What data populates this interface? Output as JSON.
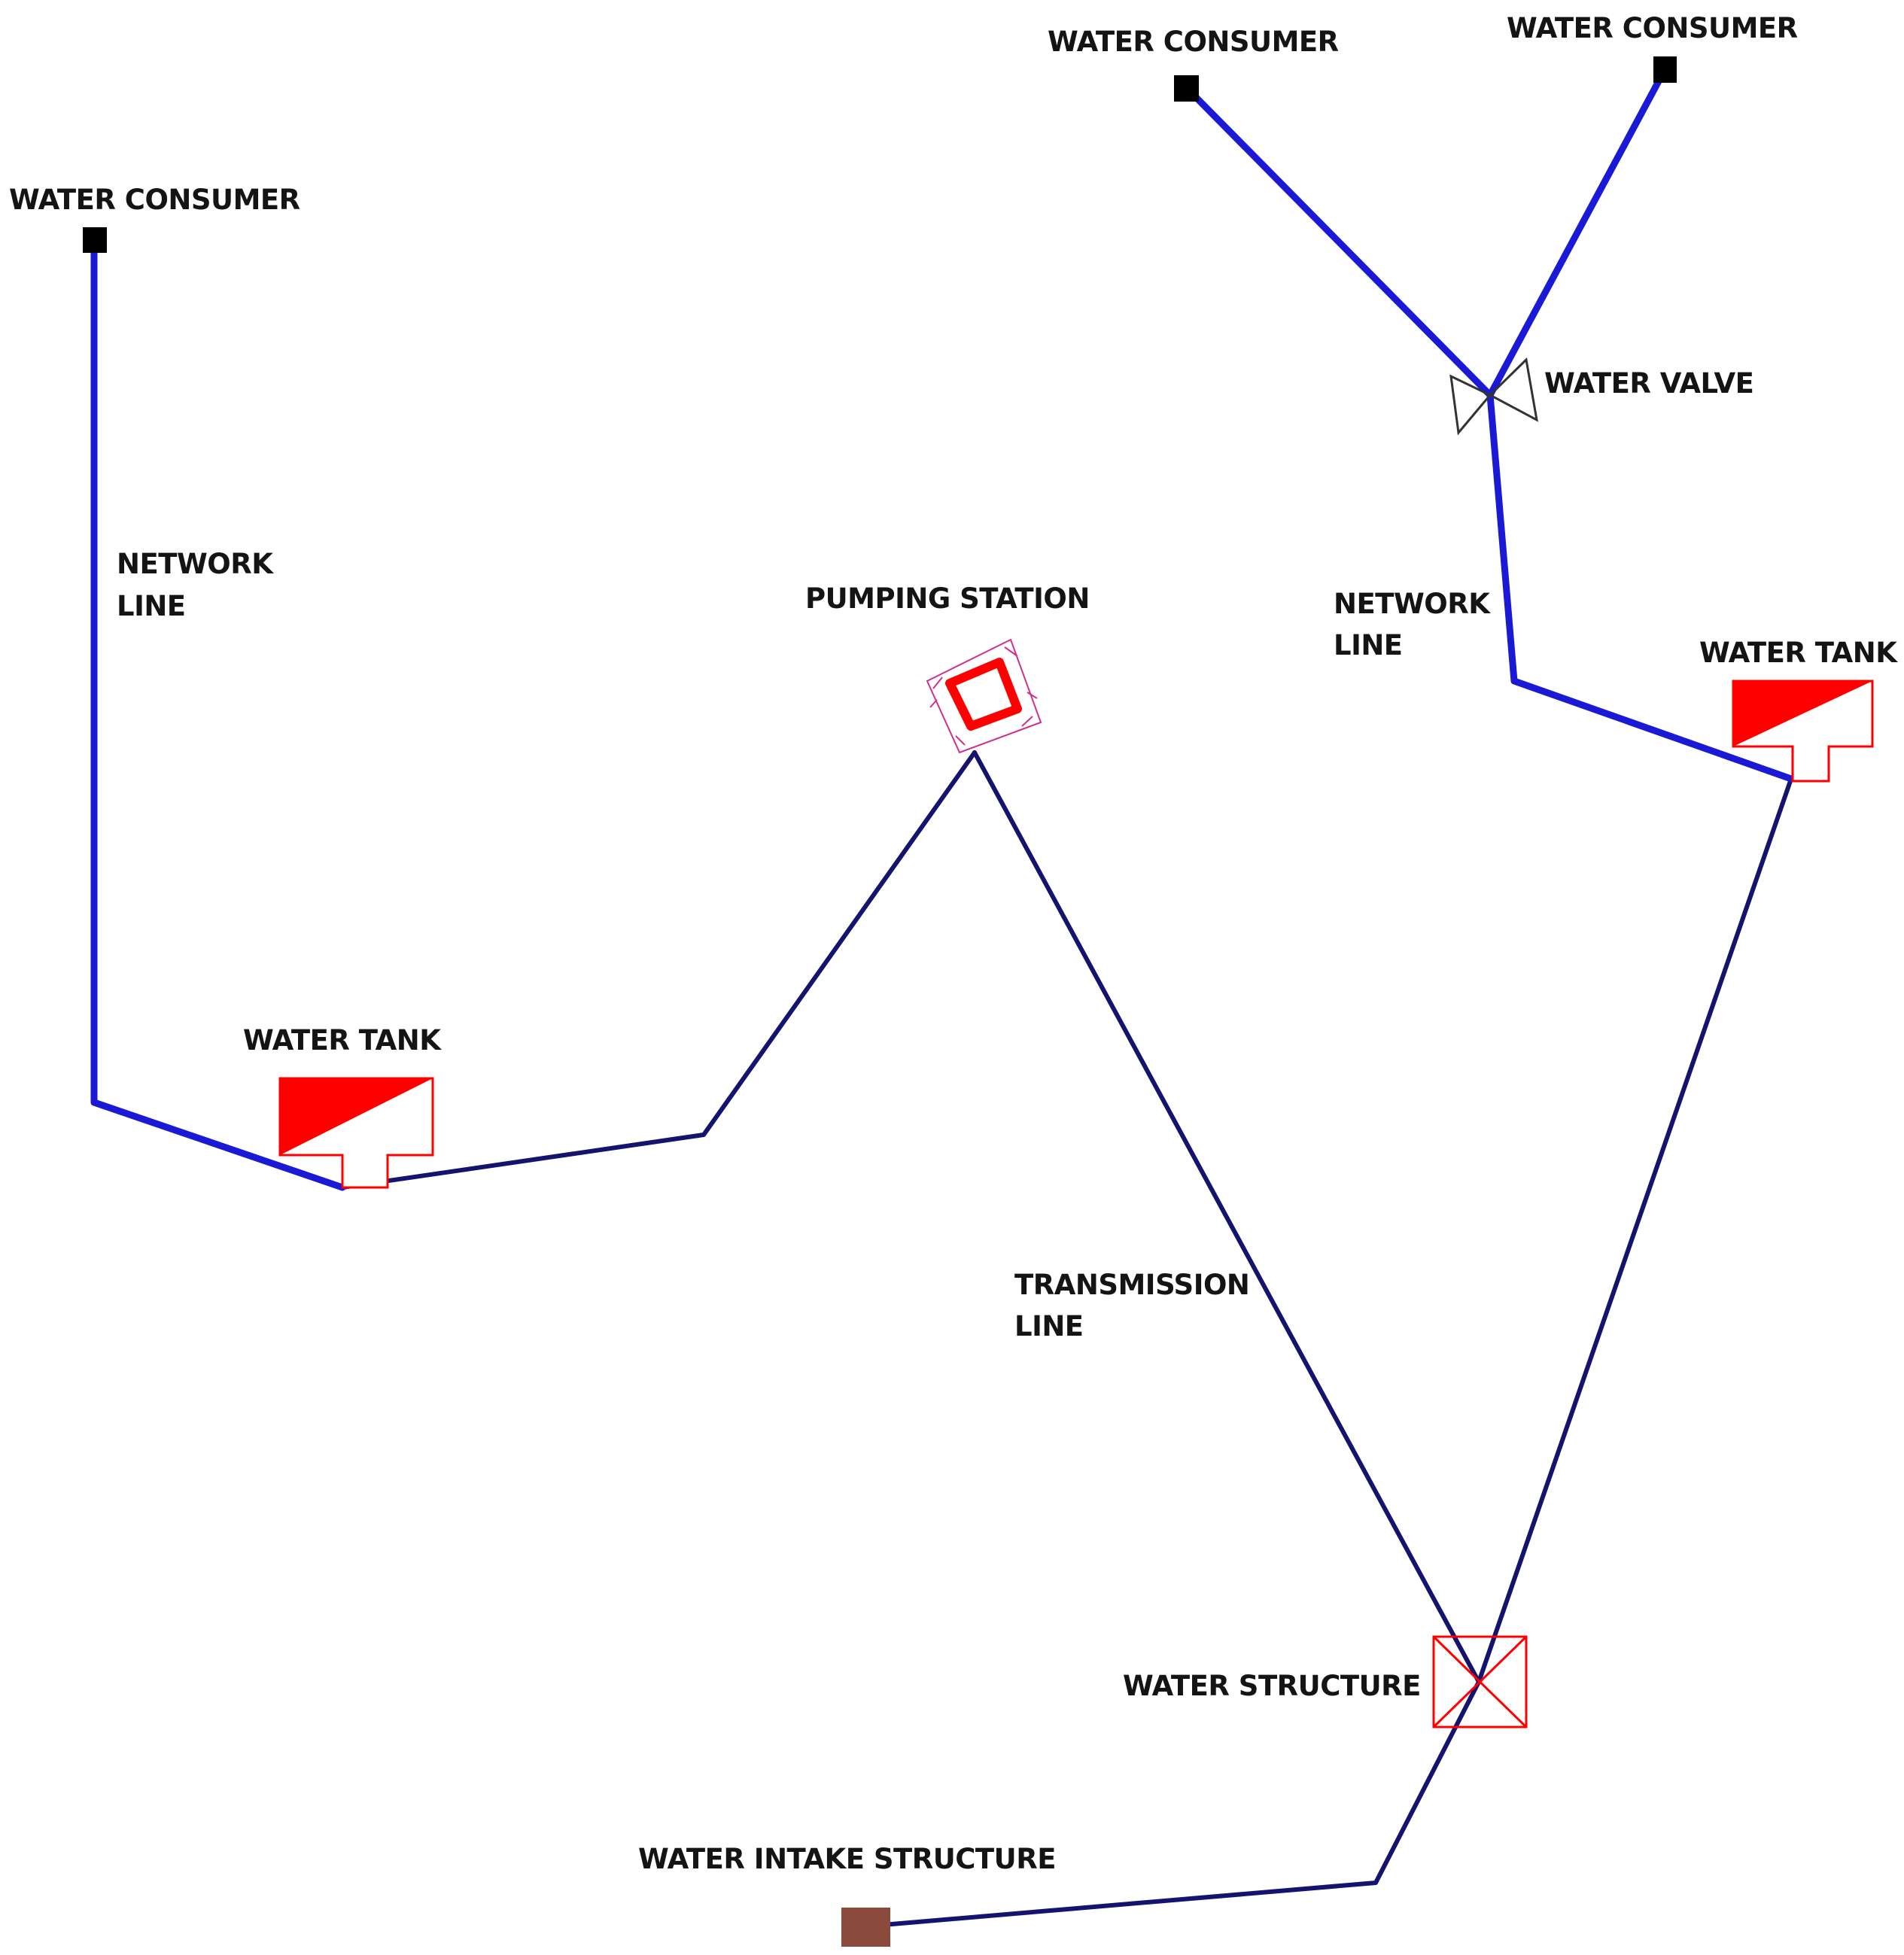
{
  "labels": {
    "consumer_left": "WATER CONSUMER",
    "consumer_top_middle": "WATER CONSUMER",
    "consumer_top_right": "WATER CONSUMER",
    "water_valve": "WATER VALVE",
    "network_line_left_1": "NETWORK",
    "network_line_left_2": "LINE",
    "network_line_right_1": "NETWORK",
    "network_line_right_2": "LINE",
    "pumping_station": "PUMPING STATION",
    "water_tank_right": "WATER TANK",
    "water_tank_left": "WATER TANK",
    "transmission_line_1": "TRANSMISSION",
    "transmission_line_2": "LINE",
    "water_structure": "WATER STRUCTURE",
    "water_intake_structure": "WATER INTAKE STRUCTURE"
  },
  "colors": {
    "network_line": "#1a1ad6",
    "transmission_line": "#14146e",
    "symbol_red": "#ff0000",
    "consumer": "#000000",
    "intake": "#8b4a3c",
    "valve": "#333333",
    "pump_accent": "#d0308a"
  }
}
